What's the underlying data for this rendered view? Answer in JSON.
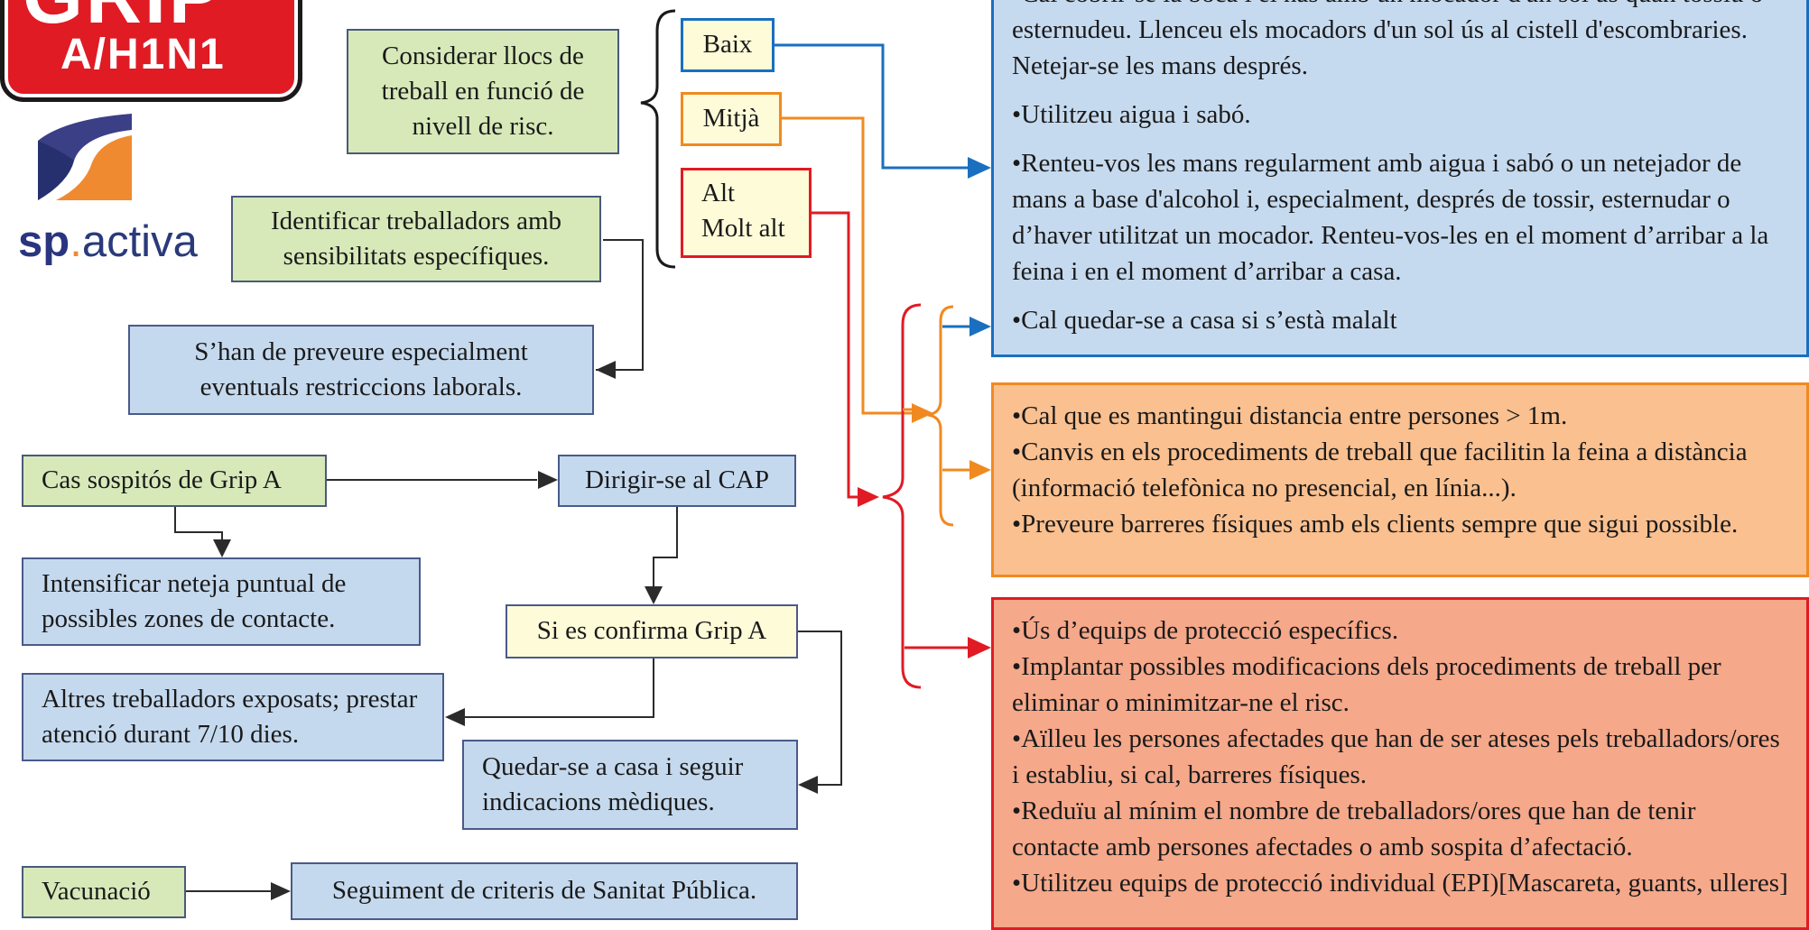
{
  "logo": {
    "grip": "GRIP",
    "sub": "A/H1N1",
    "brand_sp": "sp",
    "brand_dot": ".",
    "brand_rest": "activa"
  },
  "colors": {
    "green_fill": "#d7e9b9",
    "blue_fill": "#c5d9ee",
    "yellow_fill": "#fefbd8",
    "risk_low": "#1a6fc0",
    "risk_mid": "#f08a20",
    "risk_high": "#e01b24"
  },
  "boxes": {
    "considerar": "Considerar llocs de treball en funció de nivell de risc.",
    "identificar": "Identificar treballadors amb sensibilitats específiques.",
    "preveure": "S’han de preveure especialment eventuals restriccions laborals.",
    "cas_sospitos": "Cas sospitós de Grip A",
    "dirigir": "Dirigir-se al CAP",
    "intensificar": "Intensificar neteja puntual de possibles zones de contacte.",
    "confirma": "Si es confirma Grip A",
    "altres": "Altres treballadors exposats; prestar atenció durant 7/10 dies.",
    "quedar": "Quedar-se a casa i seguir indicacions mèdiques.",
    "vacunacio": "Vacunació",
    "seguiment": "Seguiment de criteris de Sanitat Pública."
  },
  "risk": {
    "baix": "Baix",
    "mitja": "Mitjà",
    "alt": "Alt",
    "molt_alt": "Molt alt"
  },
  "panels": {
    "blue": [
      "•Cal cobrir-se la boca i el nas amb un mocador d'un sol ús quan tossiu o esternudeu. Llenceu els mocadors d'un sol ús al cistell d'escombraries. Netejar-se les mans després.",
      "•Utilitzeu aigua i sabó.",
      "•Renteu-vos les mans regularment amb aigua i sabó o un netejador de mans a base d'alcohol i, especialment, després de tossir, esternudar o d’haver utilitzat un mocador. Renteu-vos-les en el moment d’arribar a la feina i en el moment d’arribar a casa.",
      "•Cal quedar-se a casa si s’està malalt"
    ],
    "orange": [
      "•Cal que es mantingui distancia entre persones > 1m.",
      "•Canvis en els procediments de treball que facilitin la feina a distància (informació telefònica no presencial, en línia...).",
      "•Preveure barreres físiques amb els clients sempre que sigui possible."
    ],
    "red": [
      "•Ús d’equips de protecció específics.",
      "•Implantar possibles modificacions dels procediments de treball per eliminar o minimitzar-ne el risc.",
      "•Aïlleu les persones afectades que han de ser ateses pels treballadors/ores i establiu, si cal, barreres físiques.",
      "•Reduïu al mínim el nombre de treballadors/ores que han de tenir contacte amb persones afectades o amb sospita d’afectació.",
      "•Utilitzeu equips de protecció individual (EPI)[Mascareta, guants, ulleres]"
    ]
  }
}
